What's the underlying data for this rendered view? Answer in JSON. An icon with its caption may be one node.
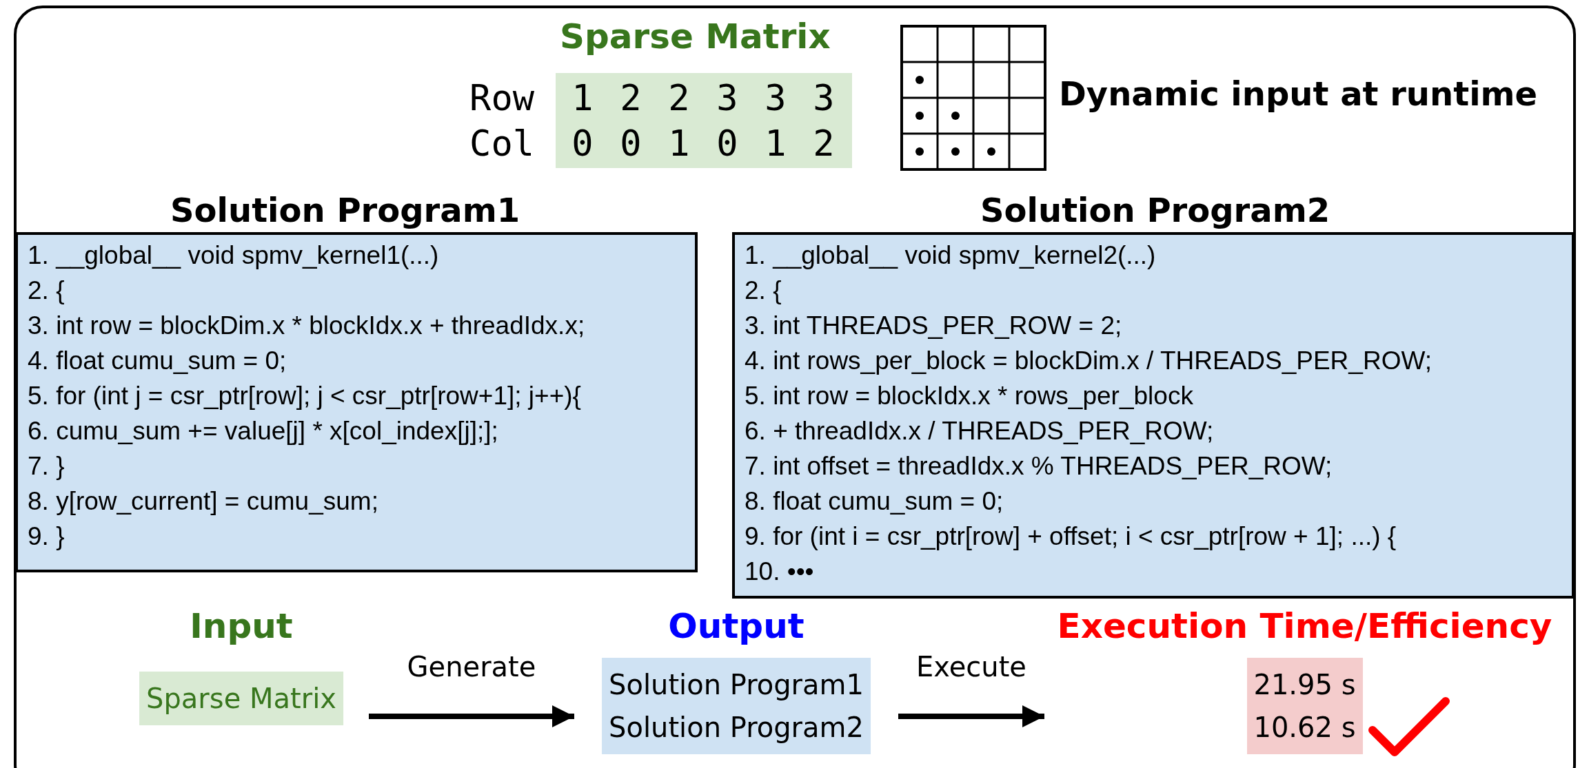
{
  "diagram": {
    "nodes": [
      {
        "text": [
          "Solution Program1",
          "1. __global__ void spmv_kernel1(...)",
          "2. {",
          "3. int row = blockDim.x * blockIdx.x + threadIdx.x;",
          "4. float cumu_sum = 0;",
          "5. for (int j = csr_ptr[row]; j < csr_ptr[row+1]; j++){",
          "6. cumu_sum += value[j] * x[col_index[j];];",
          "7. }",
          "8. y[row_current] = cumu_sum;",
          "9. }"
        ]
      },
      {
        "text": [
          "Solution Program2",
          "1. __global__ void spmv_kernel2(...)",
          "2. {",
          "3. int THREADS_PER_ROW = 2;",
          "4. int rows_per_block = blockDim.x / THREADS_PER_ROW;",
          "5. int row = blockIdx.x * rows_per_block",
          "6. + threadIdx.x / THREADS_PER_ROW;",
          "7. int offset = threadIdx.x % THREADS_PER_ROW;",
          "8. float cumu_sum = 0;",
          "9. for (int i = csr_ptr[row] + offset; i < csr_ptr[row + 1]; ...) {",
          "10. •••"
        ]
      },
      {
        "text": [
          "Input",
          "Sparse Matrix"
        ]
      },
      {
        "text": [
          "Output",
          "Solution Program1",
          "Solution Program2"
        ]
      },
      {
        "text": [
          "Execution Time/Efficiency",
          "21.95 s",
          "10.62 s"
        ]
      }
    ],
    "edges": [
      {
        "from": 2,
        "to": 3,
        "arrow": "to",
        "label": "Generate"
      },
      {
        "from": 3,
        "to": 4,
        "arrow": "to",
        "label": "Execute"
      }
    ],
    "labels": [
      "Sparse Matrix",
      "Row",
      "1",
      "2",
      "2",
      "3",
      "3",
      "3",
      "Col",
      "0",
      "0",
      "1",
      "0",
      "1",
      "2",
      "Dynamic input at runtime"
    ]
  }
}
